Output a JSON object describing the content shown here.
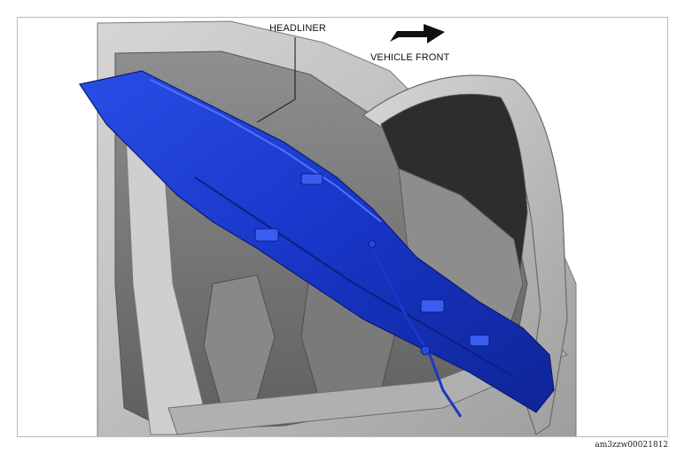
{
  "labels": {
    "headliner": "HEADLINER",
    "vehicle_front": "VEHICLE FRONT"
  },
  "image_code": "am3zzw00021812",
  "colors": {
    "headliner_part": "#1a3fd6",
    "body_metal": "#c7c7c7",
    "frame_border": "#b9b9b9"
  },
  "icons": {
    "direction_arrow": "arrow-right-icon"
  }
}
